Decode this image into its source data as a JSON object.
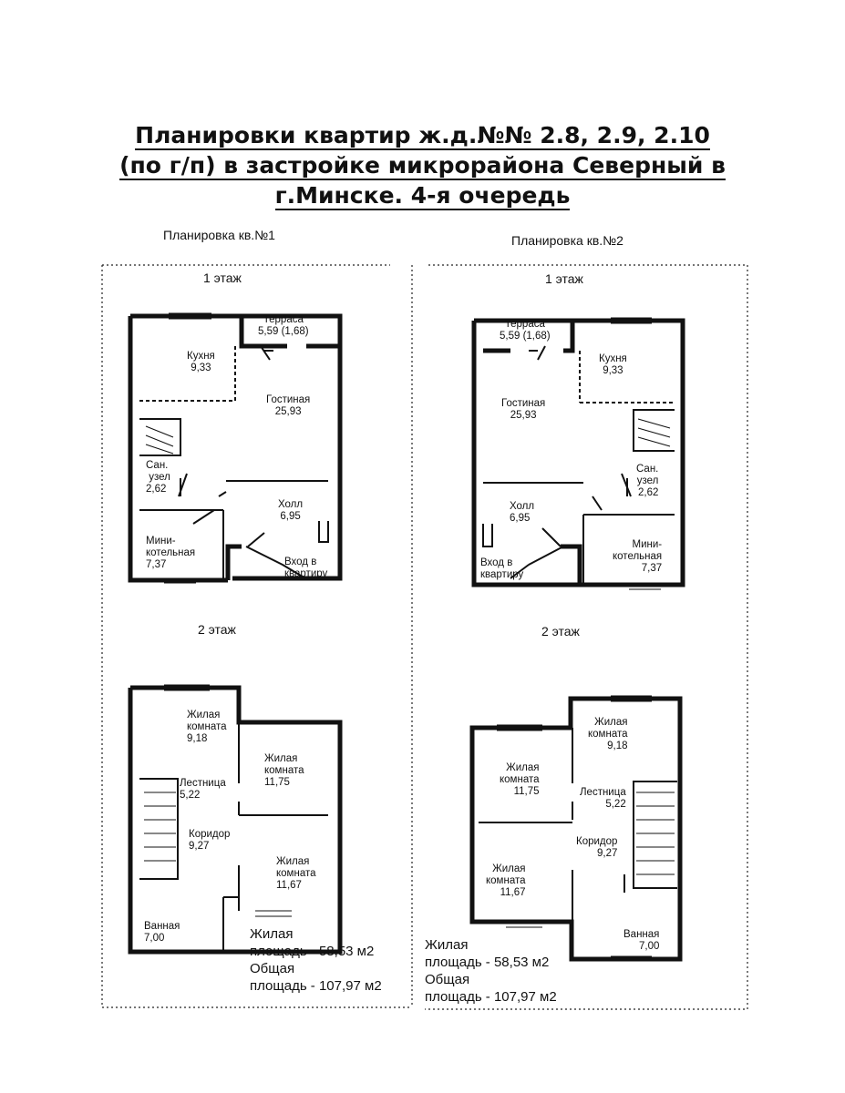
{
  "title": {
    "line1": "Планировки квартир ж.д.№№ 2.8, 2.9, 2.10",
    "line2": "(по г/п) в застройке микрорайона Северный в",
    "line3": "г.Минске. 4-я очередь"
  },
  "apt1": {
    "heading": "Планировка кв.№1",
    "floor1_label": "1 этаж",
    "floor2_label": "2 этаж",
    "rooms_f1": {
      "terrace": "Терраса",
      "terrace_area": "5,59 (1,68)",
      "kitchen": "Кухня",
      "kitchen_area": "9,33",
      "living": "Гостиная",
      "living_area": "25,93",
      "bath_a": "Сан.",
      "bath_b": "узел",
      "bath_area": "2,62",
      "hall": "Холл",
      "hall_area": "6,95",
      "boiler_a": "Мини-",
      "boiler_b": "котельная",
      "boiler_area": "7,37",
      "entry_a": "Вход в",
      "entry_b": "квартиру"
    },
    "rooms_f2": {
      "room1_a": "Жилая",
      "room1_b": "комната",
      "room1_area": "9,18",
      "room2_a": "Жилая",
      "room2_b": "комната",
      "room2_area": "11,75",
      "stairs": "Лестница",
      "stairs_area": "5,22",
      "corridor": "Коридор",
      "corridor_area": "9,27",
      "room3_a": "Жилая",
      "room3_b": "комната",
      "room3_area": "11,67",
      "bathroom": "Ванная",
      "bathroom_area": "7,00"
    },
    "living_area_a": "Жилая",
    "living_area_b": "площадь - 58,53 м2",
    "total_area_a": "Общая",
    "total_area_b": "площадь - 107,97 м2"
  },
  "apt2": {
    "heading": "Планировка кв.№2",
    "floor1_label": "1 этаж",
    "floor2_label": "2 этаж",
    "rooms_f1": {
      "terrace": "Терраса",
      "terrace_area": "5,59 (1,68)",
      "kitchen": "Кухня",
      "kitchen_area": "9,33",
      "living": "Гостиная",
      "living_area": "25,93",
      "bath_a": "Сан.",
      "bath_b": "узел",
      "bath_area": "2,62",
      "hall": "Холл",
      "hall_area": "6,95",
      "boiler_a": "Мини-",
      "boiler_b": "котельная",
      "boiler_area": "7,37",
      "entry_a": "Вход в",
      "entry_b": "квартиру"
    },
    "rooms_f2": {
      "room1_a": "Жилая",
      "room1_b": "комната",
      "room1_area": "9,18",
      "room2_a": "Жилая",
      "room2_b": "комната",
      "room2_area": "11,75",
      "stairs": "Лестница",
      "stairs_area": "5,22",
      "corridor": "Коридор",
      "corridor_area": "9,27",
      "room3_a": "Жилая",
      "room3_b": "комната",
      "room3_area": "11,67",
      "bathroom": "Ванная",
      "bathroom_area": "7,00"
    },
    "living_area_a": "Жилая",
    "living_area_b": "площадь - 58,53 м2",
    "total_area_a": "Общая",
    "total_area_b": "площадь - 107,97 м2"
  }
}
